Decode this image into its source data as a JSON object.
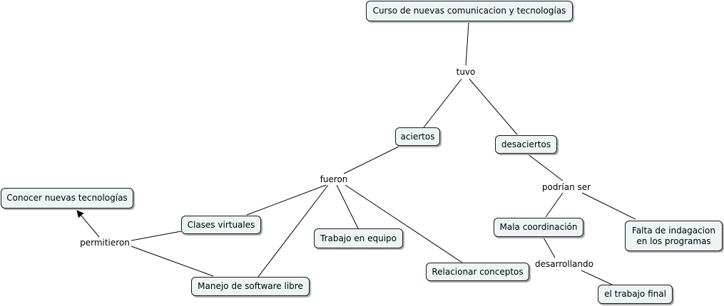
{
  "concepts": {
    "curso": "Curso de nuevas comunicacion y tecnologías",
    "aciertos": "aciertos",
    "desaciertos": "desaciertos",
    "conocer": "Conocer nuevas tecnologías",
    "clases": "Clases virtuales",
    "trabajo_equipo": "Trabajo en equipo",
    "relacionar": "Relacionar conceptos",
    "manejo": "Manejo de software libre",
    "mala": "Mala coordinación",
    "falta": "Falta de indagacion\nen los programas",
    "trabajo_final": "el trabajo final"
  },
  "linking_phrases": {
    "tuvo": "tuvo",
    "fueron": "fueron",
    "podrian_ser": "podrían ser",
    "permitieron": "permitieron",
    "desarrollando": "desarrollando"
  },
  "colors": {
    "node_fill": "#eef4f4",
    "node_border": "#1a1a1a",
    "line": "#000000"
  }
}
